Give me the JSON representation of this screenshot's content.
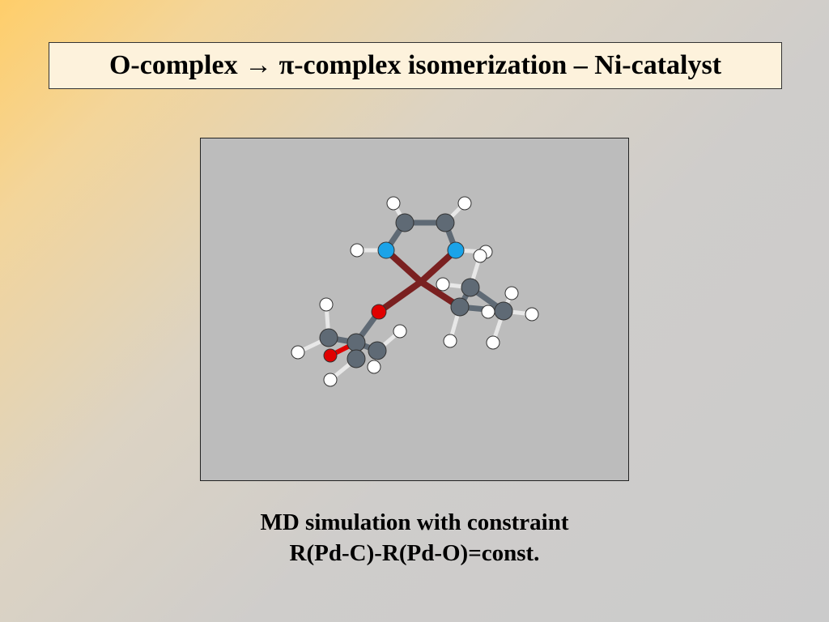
{
  "slide": {
    "title": "O-complex → π-complex isomerization – Ni-catalyst",
    "caption_line1": "MD simulation with constraint",
    "caption_line2": "R(Pd-C)-R(Pd-O)=const."
  },
  "molecule_view": {
    "atom_colors": {
      "C": "#5f6a75",
      "H": "#ffffff",
      "N": "#1aa3e8",
      "O": "#e00000",
      "Metal": "#7a2020"
    }
  }
}
